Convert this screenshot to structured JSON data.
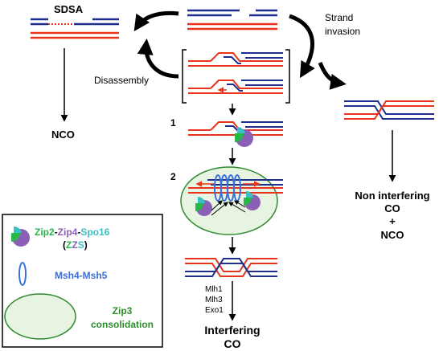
{
  "labels": {
    "sdsa": "SDSA",
    "strand_invasion_1": "Strand",
    "strand_invasion_2": "invasion",
    "disassembly": "Disassembly",
    "nco_left": "NCO",
    "step1": "1",
    "step2": "2",
    "non_interfering_1": "Non interfering",
    "non_interfering_2": "CO",
    "non_interfering_3": "+",
    "non_interfering_4": "NCO",
    "mlh1": "Mlh1",
    "mlh3": "Mlh3",
    "exo1": "Exo1",
    "interfering_1": "Interfering",
    "interfering_2": "CO"
  },
  "legend": {
    "zip2": "Zip2",
    "sep1": "-",
    "zip4": "Zip4",
    "sep2": "-",
    "spo16": "Spo16",
    "zzs_open": "(",
    "zzs_z1": "Z",
    "zzs_z2": "Z",
    "zzs_s": "S",
    "zzs_close": ")",
    "msh": "Msh4-Msh5",
    "zip3_1": "Zip3",
    "zip3_2": "consolidation"
  },
  "colors": {
    "blue_strand": "#1f2e8c",
    "red_strand": "#e8341c",
    "zip2_green": "#27b84a",
    "zip4_purple": "#8a5fb5",
    "spo16_cyan": "#3cbfc2",
    "msh_blue": "#3b6fd8",
    "zip3_green": "#2e8b2e",
    "zip3_fill": "#e8f4e2"
  }
}
